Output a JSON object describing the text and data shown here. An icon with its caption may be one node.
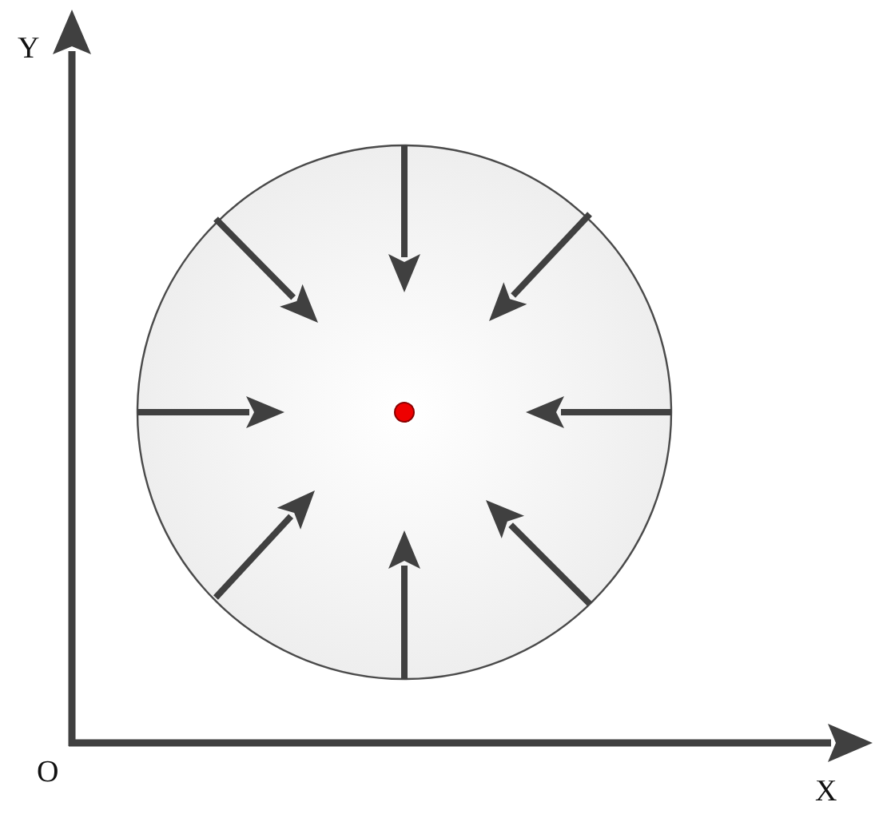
{
  "diagram": {
    "labels": [
      "Y",
      "O",
      "X"
    ]
  }
}
